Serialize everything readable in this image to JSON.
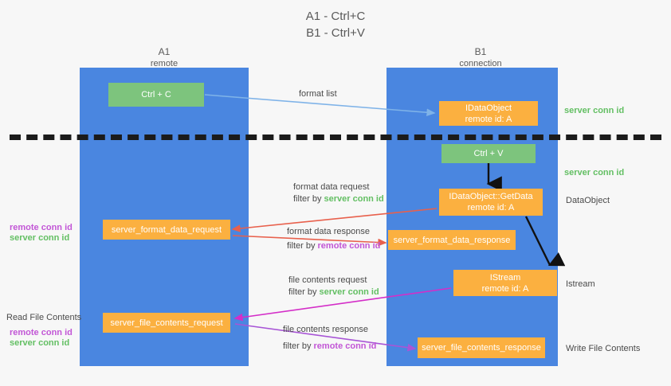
{
  "title": {
    "line1": "A1 - Ctrl+C",
    "line2": "B1 - Ctrl+V"
  },
  "columns": [
    {
      "name": "A1",
      "subtitle": "remote"
    },
    {
      "name": "B1",
      "subtitle": "connection"
    }
  ],
  "boxes": {
    "ctrl_c": {
      "label": "Ctrl + C"
    },
    "ctrl_v": {
      "label": "Ctrl + V"
    },
    "idataobject": {
      "line1": "IDataObject",
      "line2": "remote id: A"
    },
    "getdata": {
      "line1": "IDataObject::GetData",
      "line2": "remote id: A"
    },
    "istream": {
      "line1": "IStream",
      "line2": "remote id: A"
    },
    "server_format_data_request": {
      "label": "server_format_data_request"
    },
    "server_format_data_response": {
      "label": "server_format_data_response"
    },
    "server_file_contents_request": {
      "label": "server_file_contents_request"
    },
    "server_file_contents_response": {
      "label": "server_file_contents_response"
    }
  },
  "right_labels": {
    "server_conn_id_1": "server conn id",
    "server_conn_id_2": "server conn id",
    "dataobject": "DataObject",
    "istream": "Istream",
    "write_file_contents": "Write File Contents"
  },
  "left_labels": {
    "remote_conn_id_1": "remote conn id",
    "server_conn_id_1": "server conn id",
    "read_file_contents": "Read File Contents",
    "remote_conn_id_2": "remote conn id",
    "server_conn_id_2": "server conn id"
  },
  "arrow_labels": {
    "format_list": "format list",
    "format_data_request": "format data request",
    "format_data_request_filter_prefix": "filter by ",
    "format_data_request_filter_value": "server conn id",
    "format_data_response": "format data response",
    "format_data_response_filter_prefix": "filter by ",
    "format_data_response_filter_value": "remote conn id",
    "file_contents_request": "file contents request",
    "file_contents_request_filter_prefix": "filter by ",
    "file_contents_request_filter_value": "server conn id",
    "file_contents_response": "file contents response",
    "file_contents_response_filter_prefix": "filter by ",
    "file_contents_response_filter_value": "remote conn id"
  },
  "colors": {
    "lane": "#4a86e0",
    "green_box": "#7dc47d",
    "orange_box": "#fbb040",
    "background": "#f7f7f7",
    "arrow_light_blue": "#7fb3e8",
    "arrow_red": "#e8604c",
    "arrow_magenta": "#d42ec8",
    "arrow_purple": "#a855d6",
    "arrow_black": "#111111",
    "green_text": "#63bf63",
    "purple_text": "#c256d6"
  }
}
